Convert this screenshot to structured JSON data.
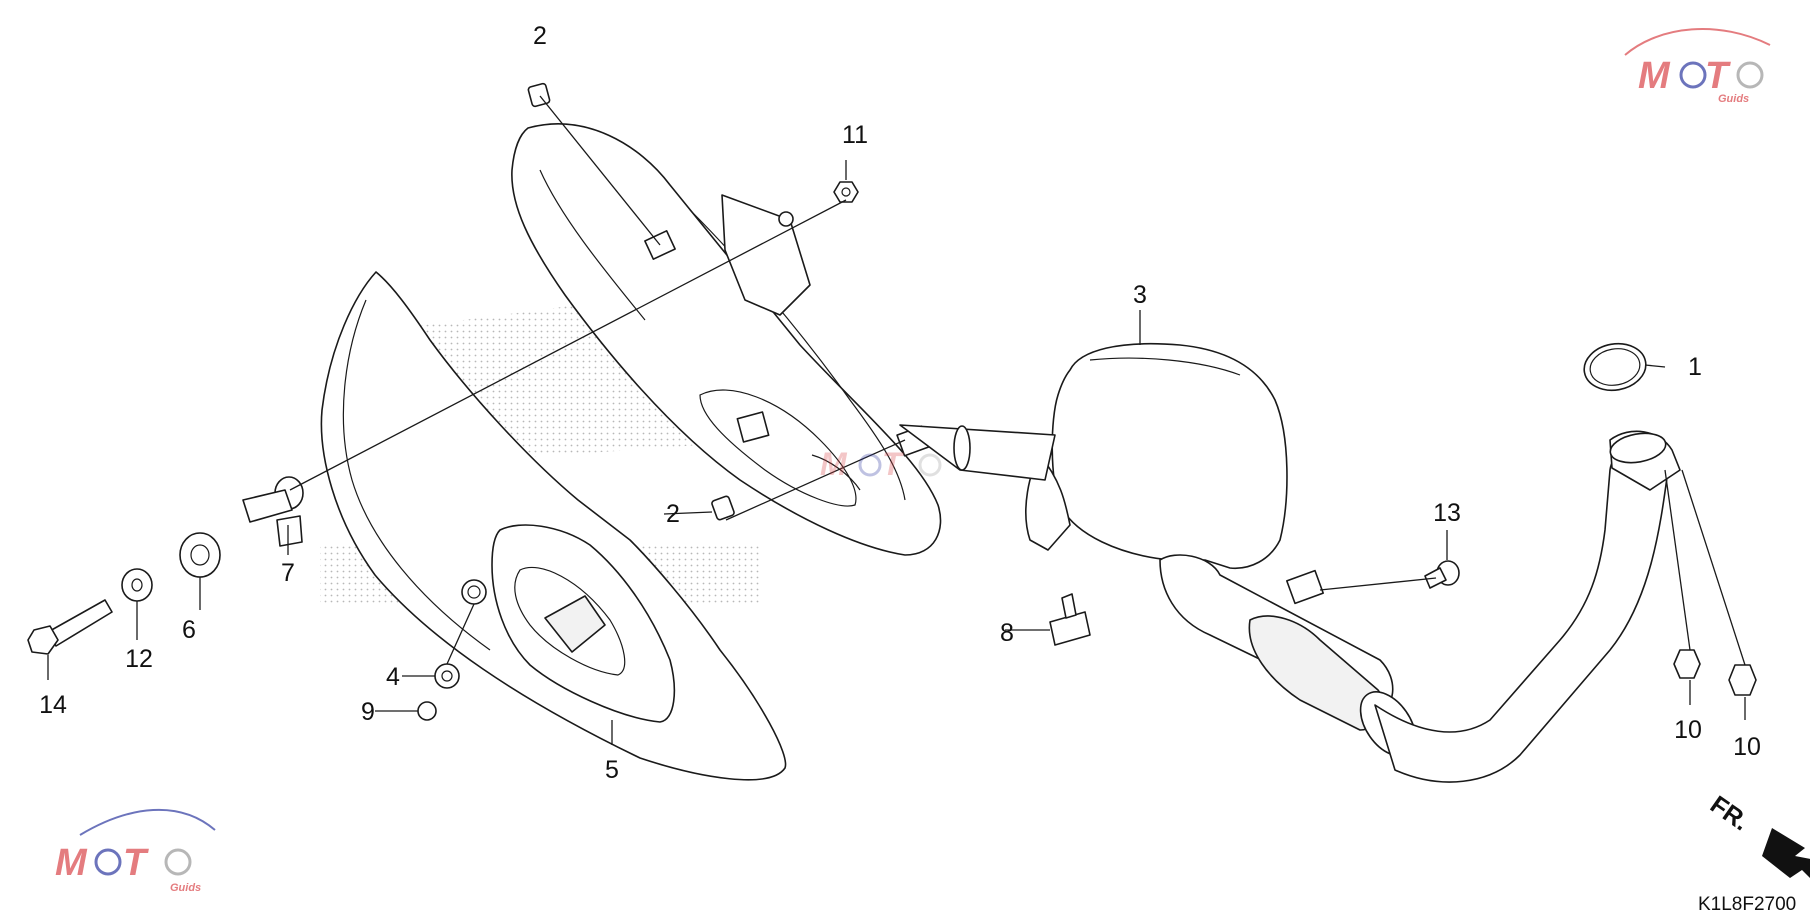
{
  "diagram": {
    "code": "K1L8F2700",
    "direction_label": "FR."
  },
  "callouts": [
    {
      "id": "c1",
      "label": "1"
    },
    {
      "id": "c2a",
      "label": "2"
    },
    {
      "id": "c2b",
      "label": "2"
    },
    {
      "id": "c3",
      "label": "3"
    },
    {
      "id": "c4",
      "label": "4"
    },
    {
      "id": "c5",
      "label": "5"
    },
    {
      "id": "c6",
      "label": "6"
    },
    {
      "id": "c7",
      "label": "7"
    },
    {
      "id": "c8",
      "label": "8"
    },
    {
      "id": "c9",
      "label": "9"
    },
    {
      "id": "c10a",
      "label": "10"
    },
    {
      "id": "c10b",
      "label": "10"
    },
    {
      "id": "c11",
      "label": "11"
    },
    {
      "id": "c12",
      "label": "12"
    },
    {
      "id": "c13",
      "label": "13"
    },
    {
      "id": "c14",
      "label": "14"
    }
  ],
  "watermark": {
    "brand": "MOTO",
    "sub": "Guids",
    "colors": {
      "red": "#d9464a",
      "blue": "#2f3aa0",
      "gray": "#9a9a9a"
    }
  }
}
